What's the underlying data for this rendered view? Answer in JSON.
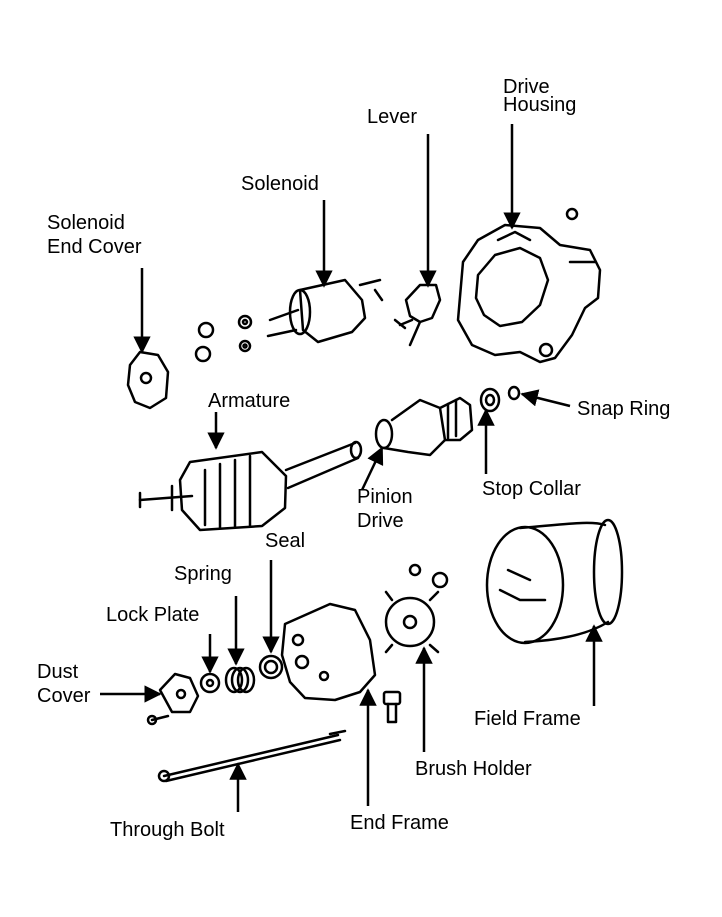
{
  "diagram": {
    "labels": {
      "drive_housing": [
        "Drive",
        "Housing"
      ],
      "lever": "Lever",
      "solenoid": "Solenoid",
      "solenoid_end_cover": [
        "Solenoid",
        "End Cover"
      ],
      "armature": "Armature",
      "snap_ring": "Snap Ring",
      "pinion_drive": [
        "Pinion",
        "Drive"
      ],
      "stop_collar": "Stop Collar",
      "seal": "Seal",
      "spring": "Spring",
      "lock_plate": "Lock Plate",
      "dust_cover": [
        "Dust",
        "Cover"
      ],
      "field_frame": "Field Frame",
      "brush_holder": "Brush Holder",
      "through_bolt": "Through Bolt",
      "end_frame": "End Frame"
    },
    "colors": {
      "ink": "#000000",
      "paper": "#ffffff"
    }
  }
}
